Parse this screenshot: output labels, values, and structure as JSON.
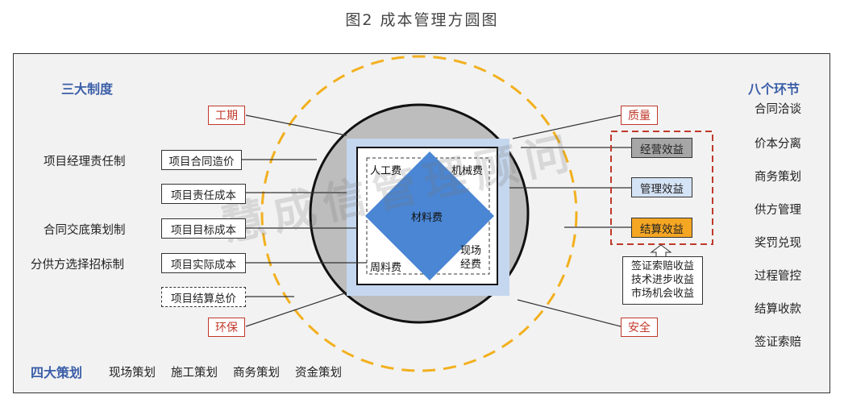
{
  "title": "图2 成本管理方圆图",
  "left": {
    "heading": "三大制度",
    "systems": [
      "项目经理责任制",
      "合同交底策划制",
      "分供方选择招标制"
    ]
  },
  "right": {
    "heading": "八个环节",
    "links": [
      "合同洽谈",
      "价本分离",
      "商务策划",
      "供方管理",
      "奖罚兑现",
      "过程管控",
      "结算收款",
      "签证索赔"
    ]
  },
  "bottom": {
    "heading": "四大策划",
    "plans": [
      "现场策划",
      "施工策划",
      "商务策划",
      "资金策划"
    ]
  },
  "cost_boxes": [
    "项目合同造价",
    "项目责任成本",
    "项目目标成本",
    "项目实际成本",
    "项目结算总价"
  ],
  "factors": {
    "schedule": "工期",
    "quality": "质量",
    "environment": "环保",
    "safety": "安全"
  },
  "benefits": [
    "经营效益",
    "管理效益",
    "结算效益"
  ],
  "benefit_sources": [
    "签证索赔收益",
    "技术进步收益",
    "市场机会收益"
  ],
  "core": {
    "labor": "人工费",
    "machinery": "机械费",
    "material": "材料费",
    "site_line1": "现场",
    "site_line2": "经费",
    "turnover": "周料费"
  },
  "watermark": "慧成信管理顾问",
  "colors": {
    "heading_blue": "#3b5ea8",
    "factor_red": "#c0392b",
    "outer_ring_gold": "#f2b01e",
    "circle_gray": "#bdbdbd",
    "square_light_blue": "#c5d7ee",
    "diamond_blue": "#4a86d4",
    "benefit_gray": "#a6a6a6",
    "benefit_light_blue": "#d4e3f5",
    "benefit_orange": "#f5a623"
  }
}
